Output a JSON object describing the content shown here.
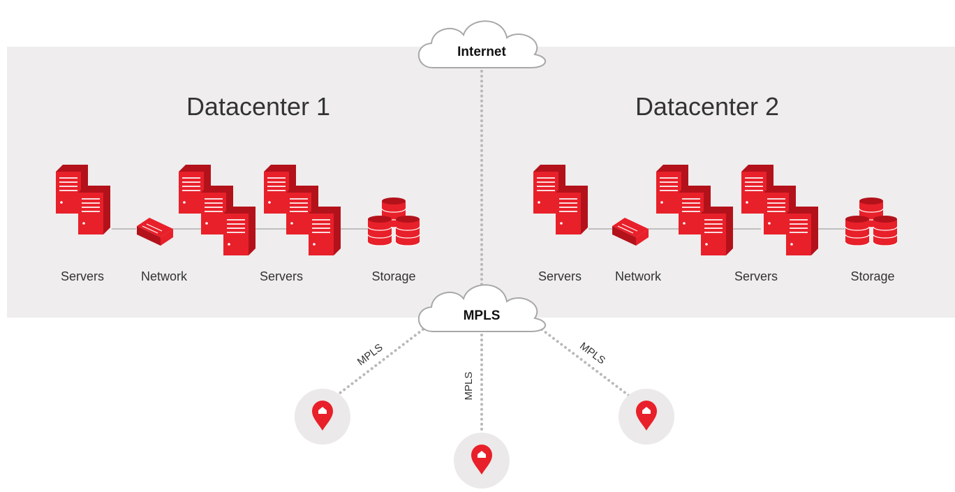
{
  "colors": {
    "accent": "#e8202a",
    "accent_dark": "#b3121b",
    "panel_bg": "#efeded",
    "cloud_stroke": "#a8a8a8",
    "connector": "#b9b9b9",
    "pin_circle_bg": "#ebe9e9"
  },
  "internet": {
    "label": "Internet"
  },
  "mpls_hub": {
    "label": "MPLS"
  },
  "datacenters": [
    {
      "title": "Datacenter 1",
      "groups": [
        {
          "label": "Servers",
          "icon": "server-stack-icon",
          "count": 2
        },
        {
          "label": "Network",
          "icon": "network-switch-icon"
        },
        {
          "label": "Servers",
          "icon": "server-stack-icon",
          "count": 3
        },
        {
          "label": "Storage",
          "icon": "storage-icon"
        }
      ]
    },
    {
      "title": "Datacenter 2",
      "groups": [
        {
          "label": "Servers",
          "icon": "server-stack-icon",
          "count": 2
        },
        {
          "label": "Network",
          "icon": "network-switch-icon"
        },
        {
          "label": "Servers",
          "icon": "server-stack-icon",
          "count": 3
        },
        {
          "label": "Storage",
          "icon": "storage-icon"
        }
      ]
    }
  ],
  "branch_links": [
    {
      "label": "MPLS",
      "icon": "location-home-pin-icon"
    },
    {
      "label": "MPLS",
      "icon": "location-home-pin-icon"
    },
    {
      "label": "MPLS",
      "icon": "location-home-pin-icon"
    }
  ]
}
